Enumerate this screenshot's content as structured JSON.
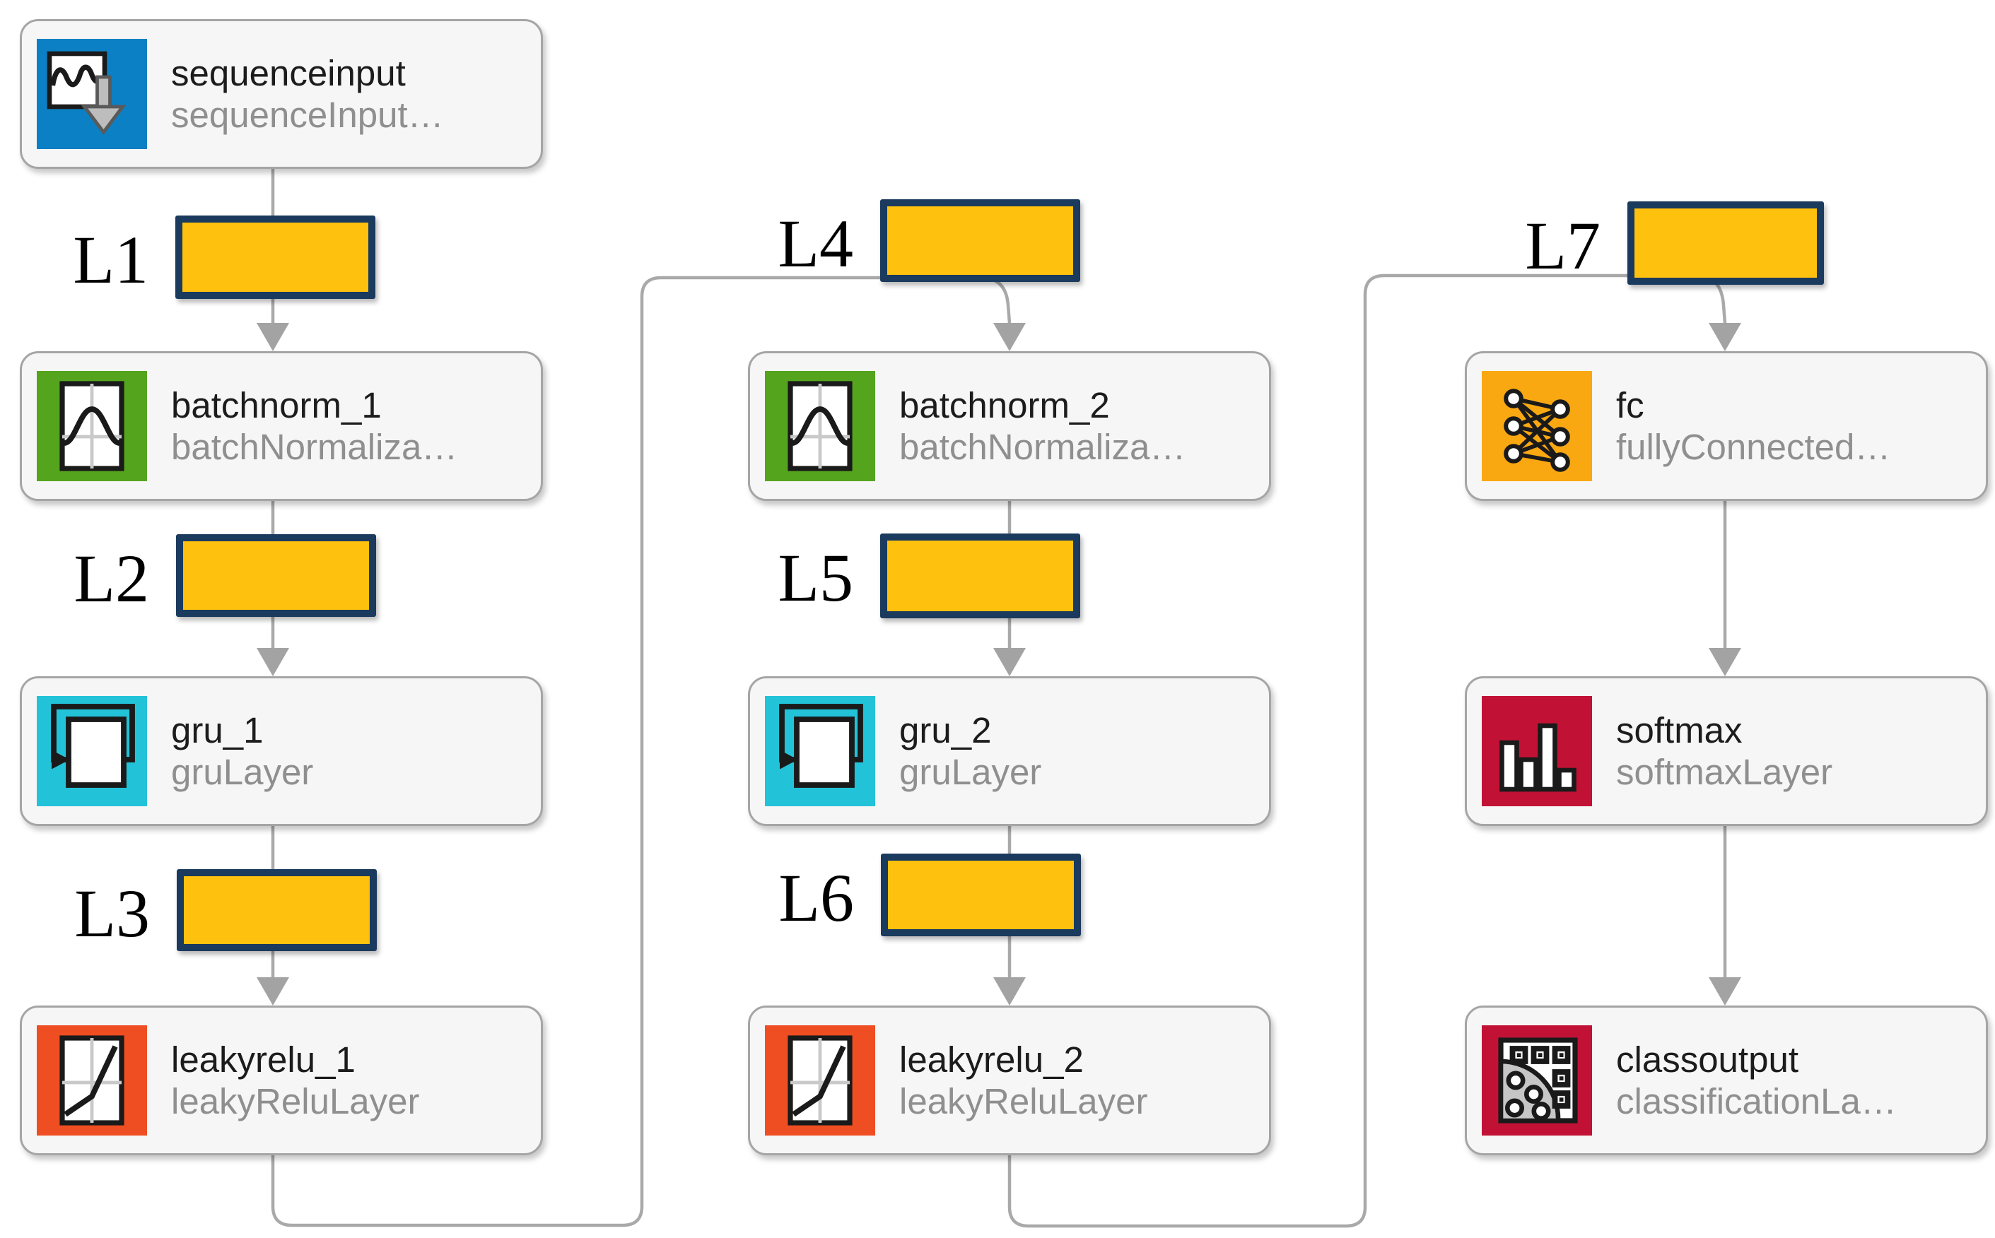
{
  "diagram": {
    "nodes": [
      {
        "name": "sequenceinput",
        "type": "sequenceInput…",
        "icon": "sequence-input-icon",
        "icon_color": "#0c80c4"
      },
      {
        "name": "batchnorm_1",
        "type": "batchNormaliza…",
        "icon": "batch-norm-icon",
        "icon_color": "#55a41d"
      },
      {
        "name": "gru_1",
        "type": "gruLayer",
        "icon": "gru-icon",
        "icon_color": "#22c3d8"
      },
      {
        "name": "leakyrelu_1",
        "type": "leakyReluLayer",
        "icon": "leaky-relu-icon",
        "icon_color": "#ef4e22"
      },
      {
        "name": "batchnorm_2",
        "type": "batchNormaliza…",
        "icon": "batch-norm-icon",
        "icon_color": "#55a41d"
      },
      {
        "name": "gru_2",
        "type": "gruLayer",
        "icon": "gru-icon",
        "icon_color": "#22c3d8"
      },
      {
        "name": "leakyrelu_2",
        "type": "leakyReluLayer",
        "icon": "leaky-relu-icon",
        "icon_color": "#ef4e22"
      },
      {
        "name": "fc",
        "type": "fullyConnected…",
        "icon": "fully-connected-icon",
        "icon_color": "#f9a812"
      },
      {
        "name": "softmax",
        "type": "softmaxLayer",
        "icon": "softmax-icon",
        "icon_color": "#c11236"
      },
      {
        "name": "classoutput",
        "type": "classificationLa…",
        "icon": "class-output-icon",
        "icon_color": "#c11236"
      }
    ],
    "edge_labels": [
      "L1",
      "L2",
      "L3",
      "L4",
      "L5",
      "L6",
      "L7"
    ],
    "colors": {
      "highlight_fill": "#fdc10e",
      "highlight_border": "#1a3a5e",
      "node_fill": "#f6f6f6",
      "node_border": "#a5a5a5",
      "connector": "#a9a9a9",
      "title_text": "#1c1c1c",
      "subtitle_text": "#8f8f8f",
      "label_text": "#000000"
    }
  }
}
